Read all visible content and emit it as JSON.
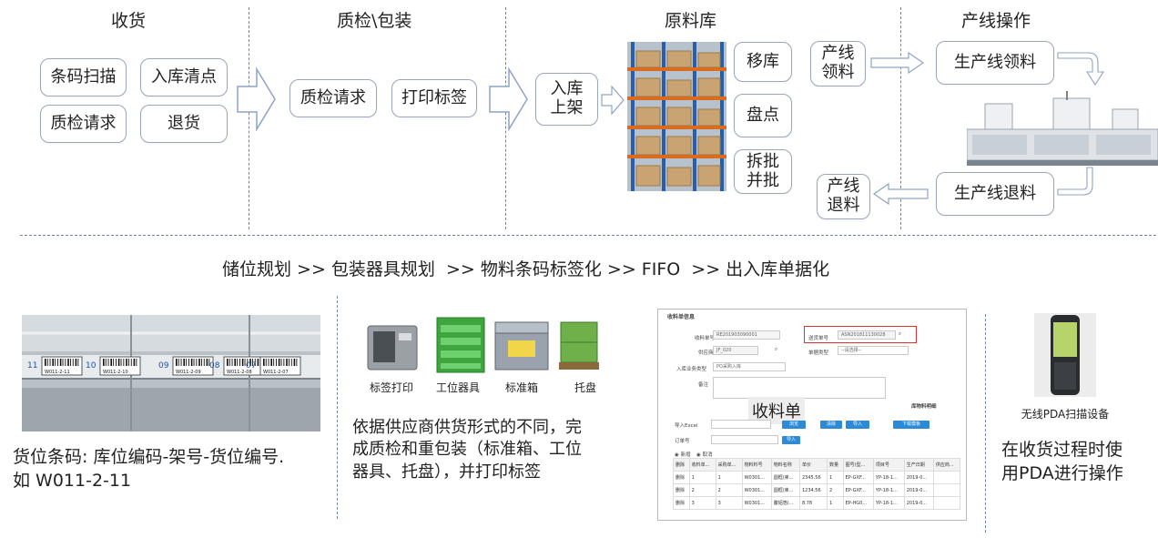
{
  "sections": {
    "receive": "收货",
    "qc_pack": "质检\\包装",
    "raw_warehouse": "原料库",
    "line_ops": "产线操作"
  },
  "receive_boxes": [
    "条码扫描",
    "入库清点",
    "质检请求",
    "退货"
  ],
  "qc_boxes": [
    "质检请求",
    "打印标签"
  ],
  "putaway": "入库\n上架",
  "warehouse_ops": [
    "移库",
    "盘点",
    "拆批\n并批"
  ],
  "line_boxes": {
    "requisition_small": "产线\n领料",
    "requisition": "生产线领料",
    "return": "生产线退料",
    "return_small": "产线\n退料"
  },
  "flow_line": "储位规划 >> 包装器具规划  >> 物料条码标签化 >> FIFO  >> 出入库单据化",
  "shelf_labels": [
    "11",
    "W011-2-11",
    "10",
    "W011-2-10",
    "09",
    "W011-2-09",
    "08",
    "W011-2-08",
    "07",
    "W011-2-07"
  ],
  "location_caption": "货位条码: 库位编码-架号-货位编号.\n如 W011-2-11",
  "equipment": [
    "标签打印",
    "工位器具",
    "标准箱",
    "托盘"
  ],
  "packaging_caption": "依据供应商供货形式的不同，完\n成质检和重包装（标准箱、工位\n器具、托盘），并打印标签",
  "form": {
    "title": "收料单信息",
    "overlay_label": "收料单",
    "receipt_no_label": "收料单号",
    "receipt_no": "RE201903090001",
    "delivery_no_label": "送货单号",
    "delivery_no": "ASN201811130028",
    "supplier_label": "供应商",
    "supplier": "JF_020",
    "doc_type_label": "单据类型",
    "doc_type": "--请选择--",
    "biz_type_label": "入库业务类型",
    "biz_type": "PO采购入库",
    "remark_label": "备注",
    "detail_label": "库物料明细",
    "import_excel_label": "导入Excel",
    "order_no_label": "订单号",
    "btn_browse": "浏览",
    "btn_clear": "清除",
    "btn_import": "导入",
    "btn_template": "下载模板",
    "btn_import2": "导入",
    "radio_add": "新增",
    "radio_cancel": "取消",
    "columns": [
      "删除",
      "收料单...",
      "采购单...",
      "物料料号",
      "物料名称",
      "单价",
      "数量",
      "图号(型...",
      "项目号",
      "生产日期",
      "供应商..."
    ],
    "rows": [
      [
        "删除",
        "1",
        "1",
        "W0301...",
        "圆框(束...",
        "2345.56",
        "1",
        "EP-GXF...",
        "YP-18-1...",
        "2019-0...",
        ""
      ],
      [
        "删除",
        "2",
        "2",
        "W0301...",
        "圆框(束...",
        "1234.56",
        "2",
        "EP-GXF...",
        "YP-18-1...",
        "2019-0...",
        ""
      ],
      [
        "删除",
        "3",
        "3",
        "W0301...",
        "腹铝箔(...",
        "8.78",
        "1",
        "EP-HG0...",
        "YP-18-1...",
        "2019-0...",
        ""
      ]
    ]
  },
  "pda_caption_small": "无线PDA扫描设备",
  "pda_caption": "在收货过程时使\n用PDA进行操作",
  "colors": {
    "dash": "#6f85b0",
    "box_border": "#9aa6bb",
    "arrow": "#8fa3c6",
    "highlight": "#e03030"
  }
}
